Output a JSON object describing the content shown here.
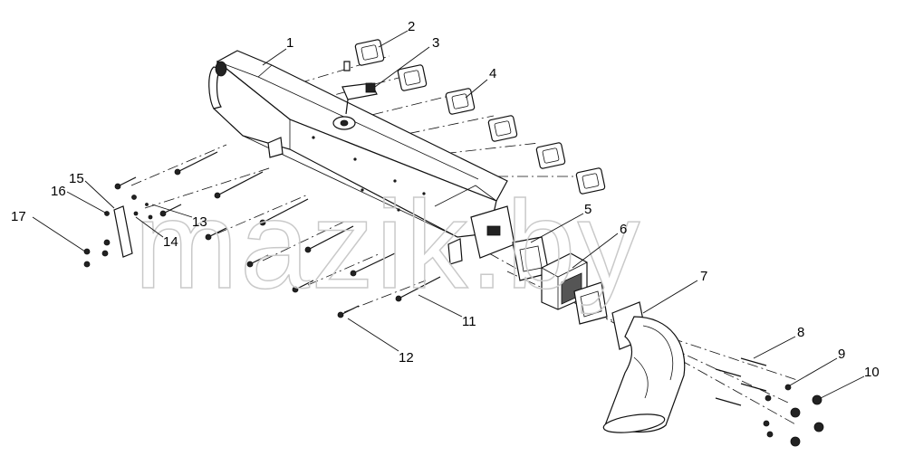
{
  "watermark": "mazik.by",
  "callouts": [
    "1",
    "2",
    "3",
    "4",
    "5",
    "6",
    "7",
    "8",
    "9",
    "10",
    "11",
    "12",
    "13",
    "14",
    "15",
    "16",
    "17"
  ],
  "colors": {
    "line": "#111111",
    "background": "#ffffff",
    "watermark": "#c9c9c9"
  }
}
